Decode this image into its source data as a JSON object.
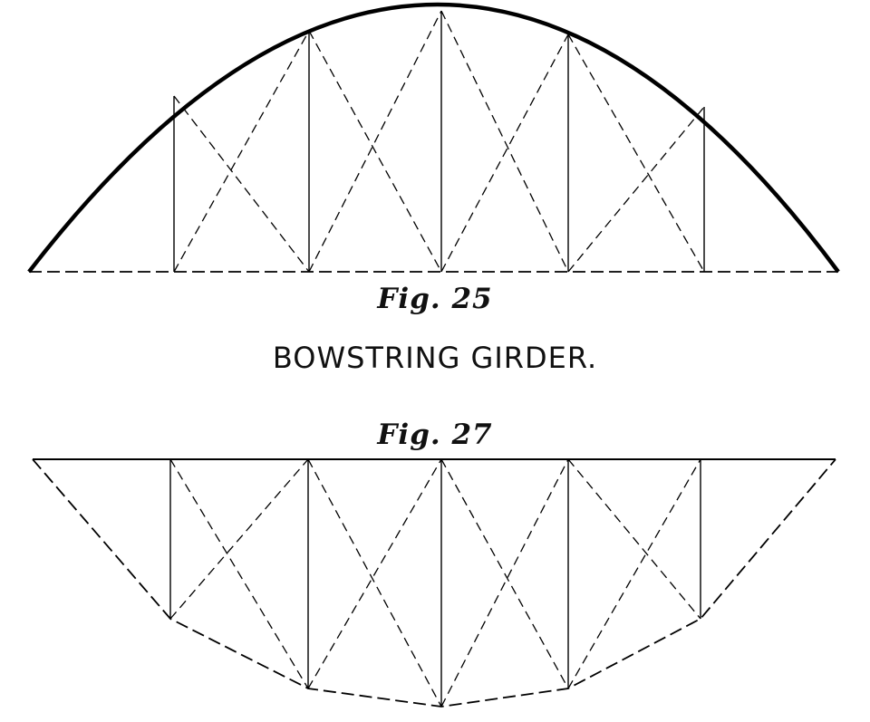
{
  "figures": {
    "fig25": {
      "label": "Fig. 25"
    },
    "fig27": {
      "label": "Fig. 27"
    }
  },
  "caption": "BOWSTRING GIRDER."
}
